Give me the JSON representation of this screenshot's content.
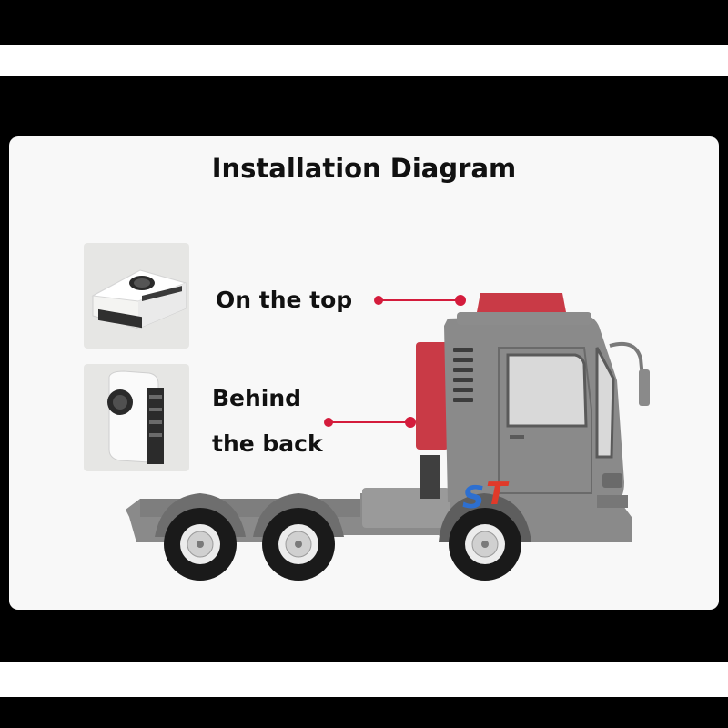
{
  "diagram": {
    "title": "Installation Diagram",
    "labels": {
      "top": "On the top",
      "back_line1": "Behind",
      "back_line2": "the back"
    },
    "thumbnails": {
      "top": "rooftop-ac-unit-icon",
      "back": "rear-mounted-ac-unit-icon"
    },
    "watermark": "ST"
  },
  "colors": {
    "background": "#000000",
    "card": "#f8f8f8",
    "truck_body": "#8a8a8a",
    "truck_dark": "#4a4a4a",
    "accent_red": "#c93a46",
    "pointer_red": "#d41c3c",
    "watermark_blue": "#2d6fd0",
    "watermark_red": "#e03a2a"
  }
}
